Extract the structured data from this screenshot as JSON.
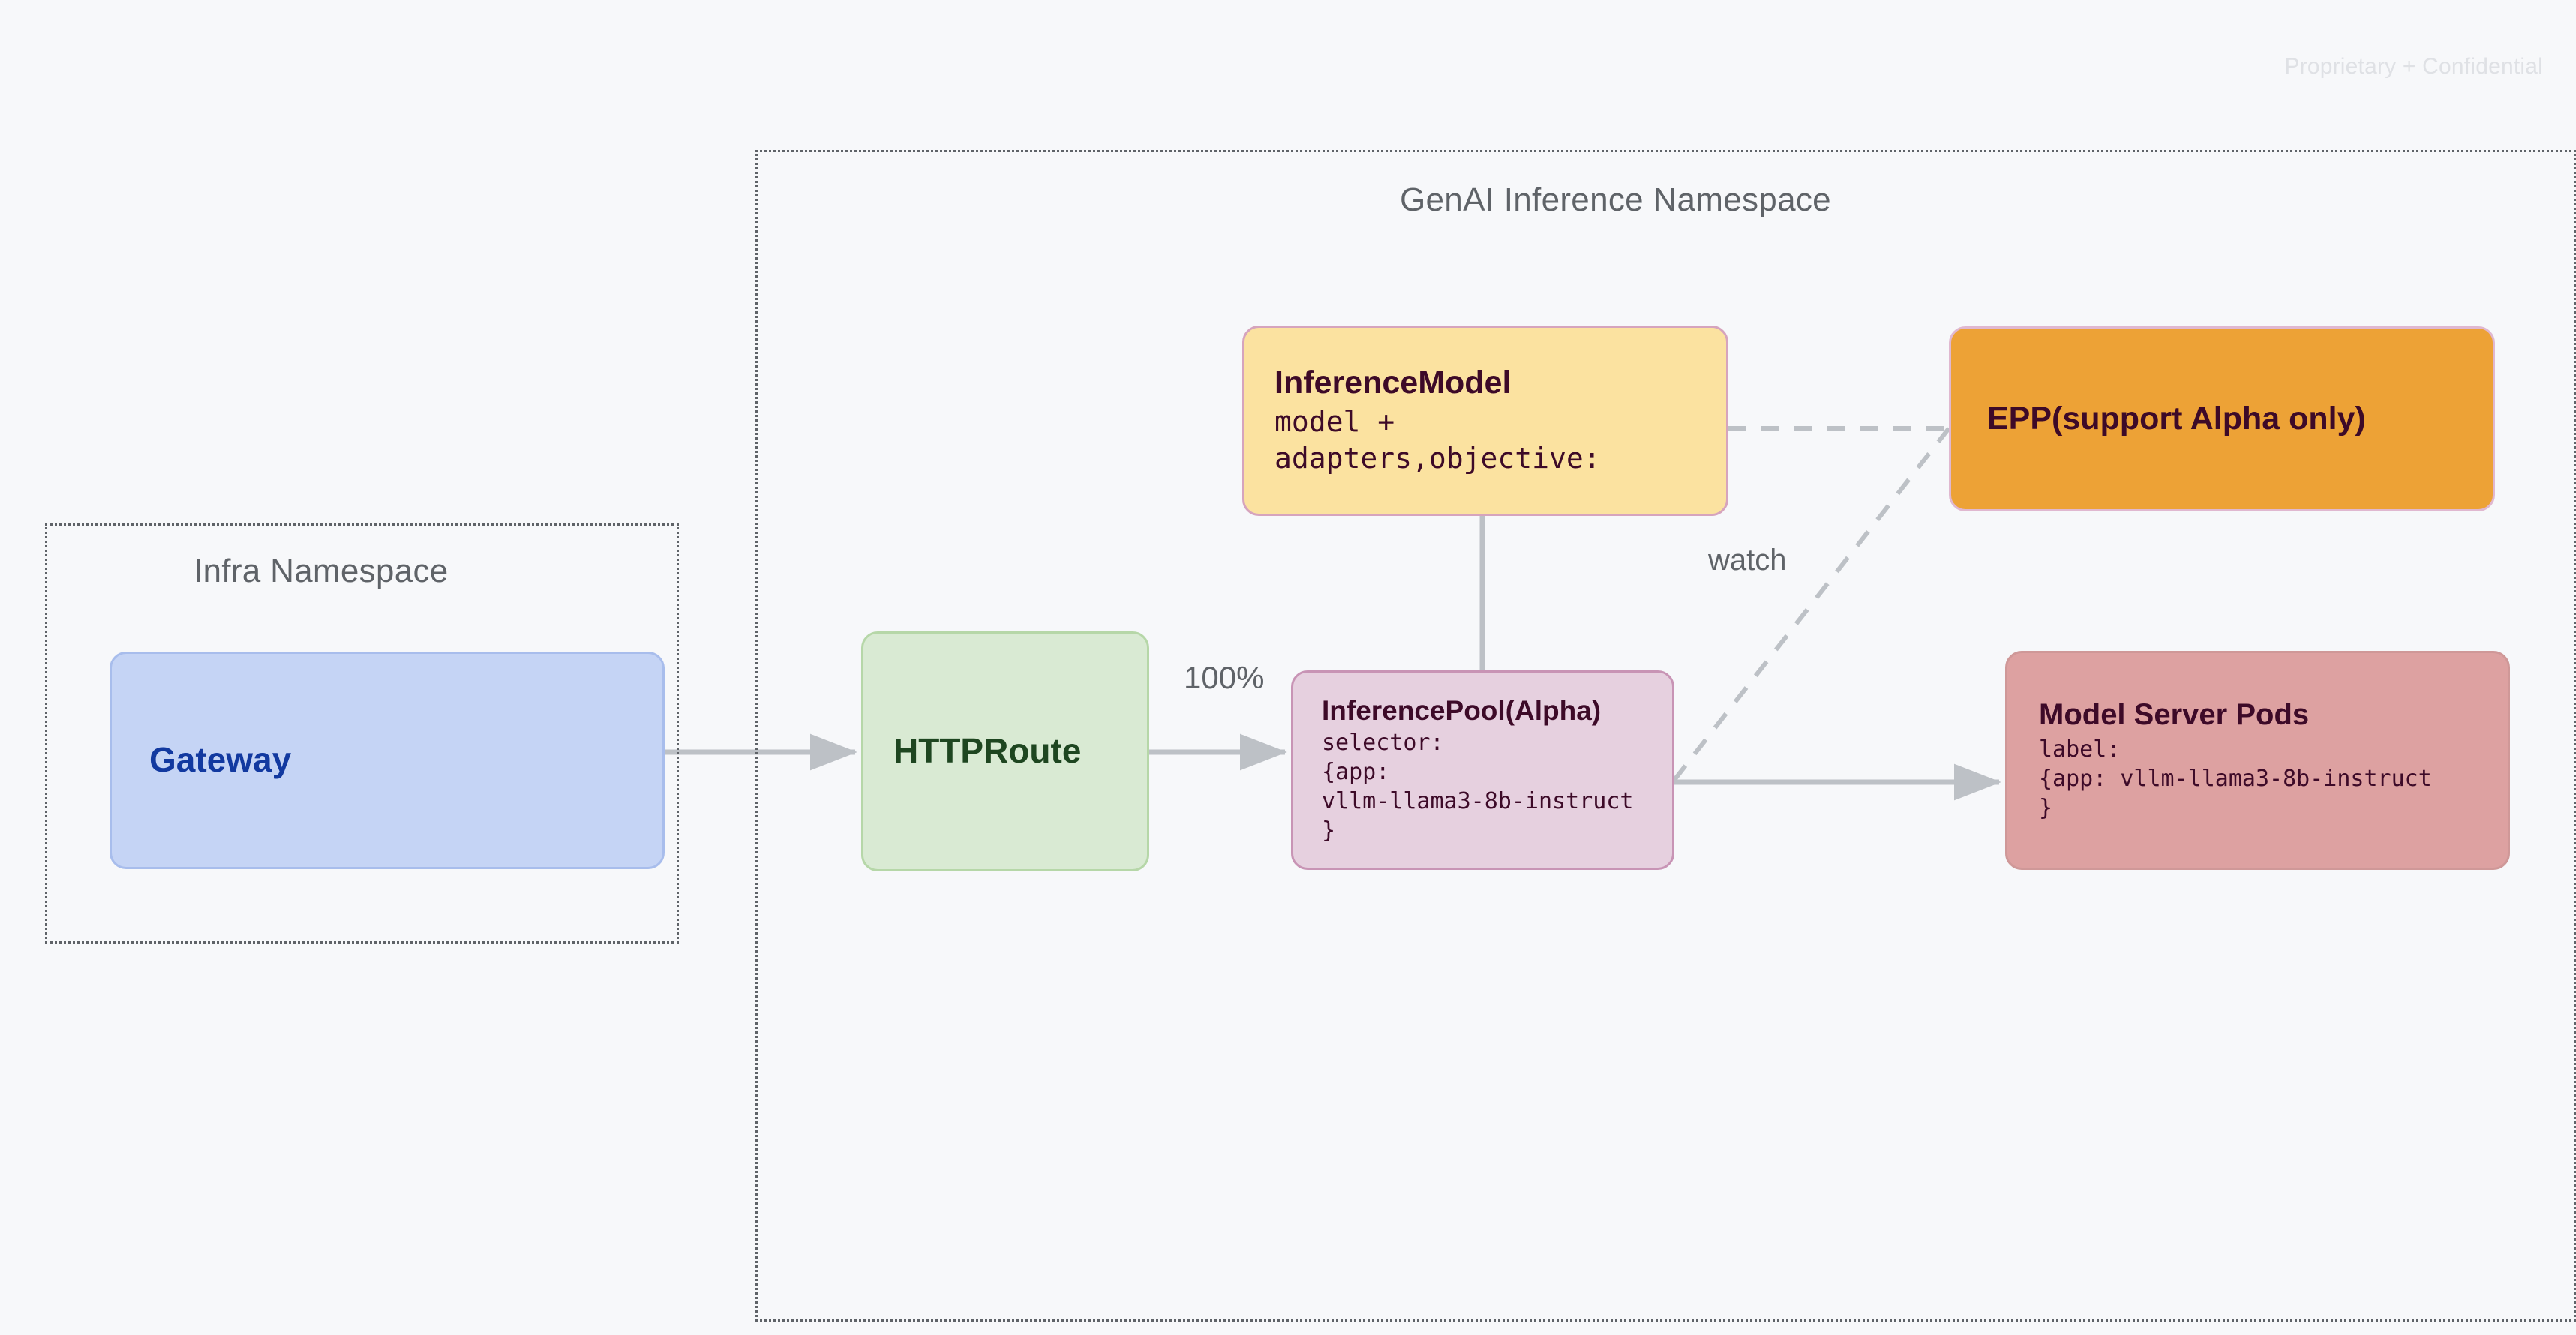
{
  "page": {
    "confidential_notice": "Proprietary + Confidential"
  },
  "namespaces": [
    {
      "id": "infra",
      "title": "Infra Namespace"
    },
    {
      "id": "genai",
      "title": "GenAI Inference Namespace"
    }
  ],
  "nodes": {
    "gateway": {
      "title": "Gateway",
      "fill": "#c5d4f5",
      "border": "#a8bdec",
      "text_color": "#1239a0"
    },
    "httproute": {
      "title": "HTTPRoute",
      "fill": "#d9ead3",
      "border": "#b6d7a8",
      "text_color": "#1e4620"
    },
    "inferencemodel": {
      "title": "InferenceModel",
      "subtitle": "model +\nadapters,objective:",
      "fill": "#fbe2a0",
      "border": "#d6a4bd",
      "text_color": "#3d0a28"
    },
    "epp": {
      "title": "EPP(support Alpha only)",
      "fill": "#eda236",
      "border": "#e0b8d0",
      "text_color": "#3d0a28"
    },
    "inferencepool": {
      "title": "InferencePool(Alpha)",
      "subtitle": "selector:\n{app:\nvllm-llama3-8b-instruct\n}",
      "fill": "#e6d0df",
      "border": "#c894b5",
      "text_color": "#3d0a28"
    },
    "modelserverpods": {
      "title": "Model Server Pods",
      "subtitle": "label:\n{app: vllm-llama3-8b-instruct\n}",
      "fill": "#dda1a1",
      "border": "#cf9898",
      "text_color": "#3d0a28"
    }
  },
  "edges": {
    "gateway_to_httproute": {
      "label": "",
      "style": "solid-arrow"
    },
    "httproute_to_inferencepool": {
      "label": "100%",
      "style": "solid-arrow"
    },
    "inferencemodel_to_inferencepool": {
      "label": "",
      "style": "solid-line"
    },
    "inferencemodel_to_epp": {
      "label": "",
      "style": "dashed"
    },
    "inferencepool_to_epp": {
      "label": "watch",
      "style": "dashed"
    },
    "inferencepool_to_modelserverpods": {
      "label": "",
      "style": "solid-arrow"
    }
  },
  "colors": {
    "background": "#f7f8fa",
    "edge": "#bdc1c6",
    "namespace_border": "#5f6368",
    "namespace_title": "#5f6368",
    "watermark": "#dfe1e5"
  }
}
